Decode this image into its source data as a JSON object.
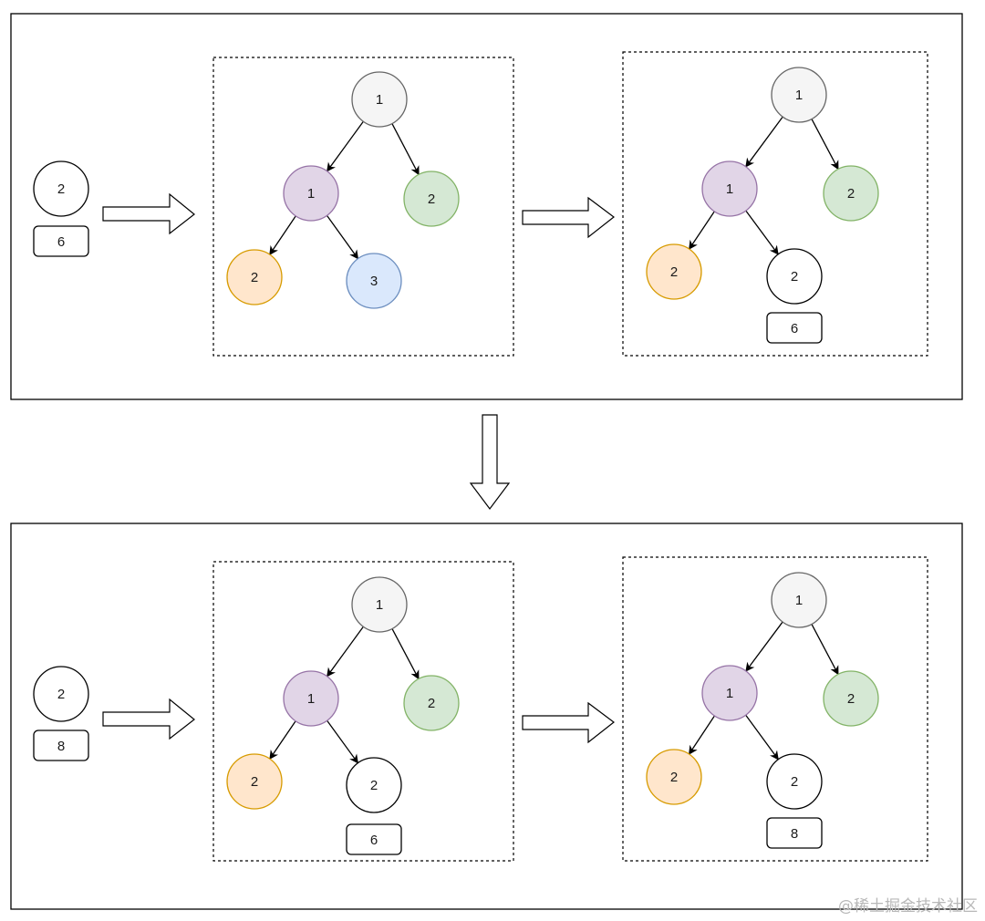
{
  "colors": {
    "gray": {
      "fill": "#f5f5f5",
      "stroke": "#666666"
    },
    "purple": {
      "fill": "#e1d5e7",
      "stroke": "#9673a6"
    },
    "green": {
      "fill": "#d5e8d4",
      "stroke": "#82b366"
    },
    "orange": {
      "fill": "#ffe6cc",
      "stroke": "#d79b00"
    },
    "blue": {
      "fill": "#dae8fc",
      "stroke": "#6c8ebf"
    },
    "white": {
      "fill": "#ffffff",
      "stroke": "#000000"
    }
  },
  "top_panel": {
    "input": {
      "node": "2",
      "box": "6"
    },
    "before": {
      "root": {
        "label": "1",
        "color": "gray"
      },
      "left": {
        "label": "1",
        "color": "purple"
      },
      "right": {
        "label": "2",
        "color": "green"
      },
      "left_left": {
        "label": "2",
        "color": "orange"
      },
      "left_right": {
        "label": "3",
        "color": "blue"
      }
    },
    "after": {
      "root": {
        "label": "1",
        "color": "gray"
      },
      "left": {
        "label": "1",
        "color": "purple"
      },
      "right": {
        "label": "2",
        "color": "green"
      },
      "left_left": {
        "label": "2",
        "color": "orange"
      },
      "left_right": {
        "label": "2",
        "color": "white",
        "box": "6"
      }
    }
  },
  "bottom_panel": {
    "input": {
      "node": "2",
      "box": "8"
    },
    "before": {
      "root": {
        "label": "1",
        "color": "gray"
      },
      "left": {
        "label": "1",
        "color": "purple"
      },
      "right": {
        "label": "2",
        "color": "green"
      },
      "left_left": {
        "label": "2",
        "color": "orange"
      },
      "left_right": {
        "label": "2",
        "color": "white",
        "box": "6"
      }
    },
    "after": {
      "root": {
        "label": "1",
        "color": "gray"
      },
      "left": {
        "label": "1",
        "color": "purple"
      },
      "right": {
        "label": "2",
        "color": "green"
      },
      "left_left": {
        "label": "2",
        "color": "orange"
      },
      "left_right": {
        "label": "2",
        "color": "white",
        "box": "8"
      }
    }
  },
  "watermark": "@稀土掘金技术社区"
}
